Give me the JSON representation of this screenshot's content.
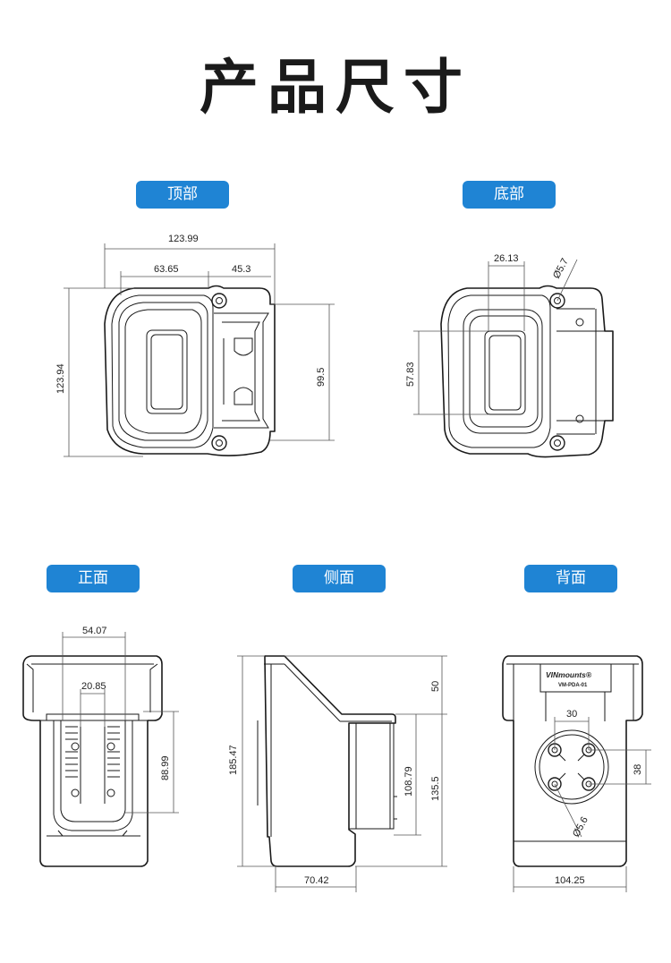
{
  "page_title": "产品尺寸",
  "views": {
    "top": {
      "label": "顶部",
      "dims": {
        "overall_width": "123.99",
        "left_width": "63.65",
        "right_width": "45.3",
        "height": "123.94",
        "slot": "99.5"
      }
    },
    "bottom": {
      "label": "底部",
      "dims": {
        "width": "26.13",
        "hole": "Ø5.7",
        "height": "57.83"
      }
    },
    "front": {
      "label": "正面",
      "dims": {
        "top_width": "54.07",
        "inner_width": "20.85",
        "height": "88.99"
      }
    },
    "side": {
      "label": "侧面",
      "dims": {
        "total_height": "185.47",
        "top": "50",
        "pocket": "108.79",
        "lower": "135.5",
        "base": "70.42"
      }
    },
    "back": {
      "label": "背面",
      "brand": "VINmounts®",
      "model": "VM-PDA-01",
      "dims": {
        "spacing_h": "30",
        "spacing_v": "38",
        "hole": "Ø5.6",
        "width": "104.25"
      }
    }
  }
}
